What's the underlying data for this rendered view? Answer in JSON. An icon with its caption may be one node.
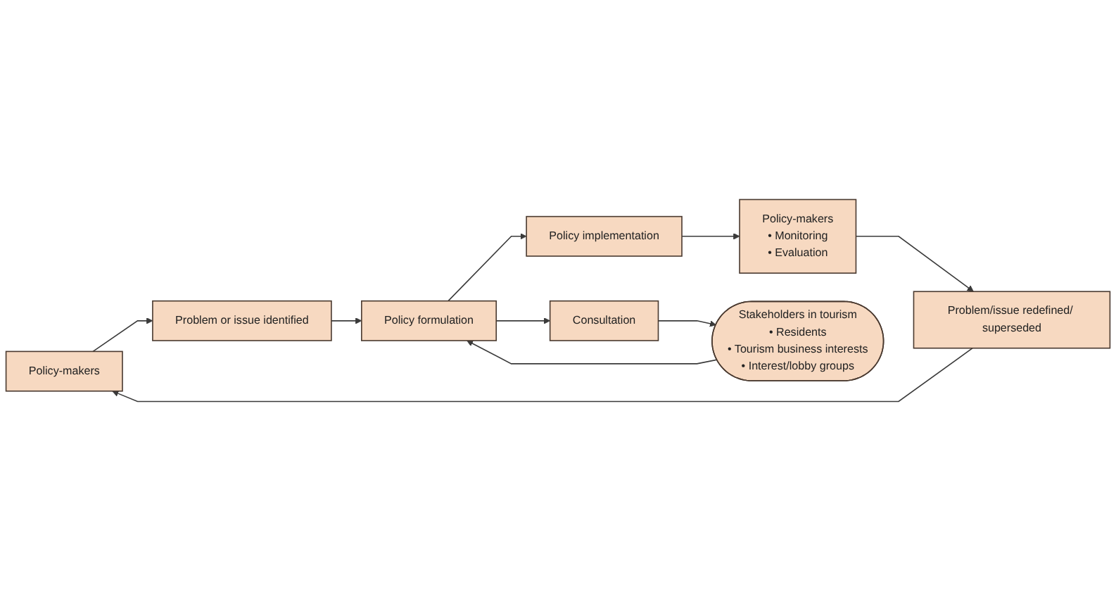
{
  "diagram": {
    "nodes": [
      {
        "text": [
          "Policy-makers"
        ]
      },
      {
        "text": [
          "Problem or issue identified"
        ]
      },
      {
        "text": [
          "Policy formulation"
        ]
      },
      {
        "text": [
          "Policy implementation"
        ]
      },
      {
        "text": [
          "Policy-makers",
          "• Monitoring",
          "• Evaluation"
        ]
      },
      {
        "text": [
          "Consultation"
        ]
      },
      {
        "text": [
          "Stakeholders in tourism",
          "• Residents",
          "• Tourism business interests",
          "• Interest/lobby groups"
        ]
      },
      {
        "text": [
          "Problem/issue redefined/ superseded"
        ]
      }
    ],
    "edges": [
      {
        "from": 0,
        "to": 1,
        "arrow": "to"
      },
      {
        "from": 1,
        "to": 2,
        "arrow": "to"
      },
      {
        "from": 2,
        "to": 3,
        "arrow": "to"
      },
      {
        "from": 3,
        "to": 4,
        "arrow": "to"
      },
      {
        "from": 2,
        "to": 5,
        "arrow": "to"
      },
      {
        "from": 5,
        "to": 6,
        "arrow": "to"
      },
      {
        "from": 6,
        "to": 2,
        "arrow": "to"
      },
      {
        "from": 4,
        "to": 7,
        "arrow": "to"
      },
      {
        "from": 7,
        "to": 0,
        "arrow": "to"
      }
    ]
  }
}
